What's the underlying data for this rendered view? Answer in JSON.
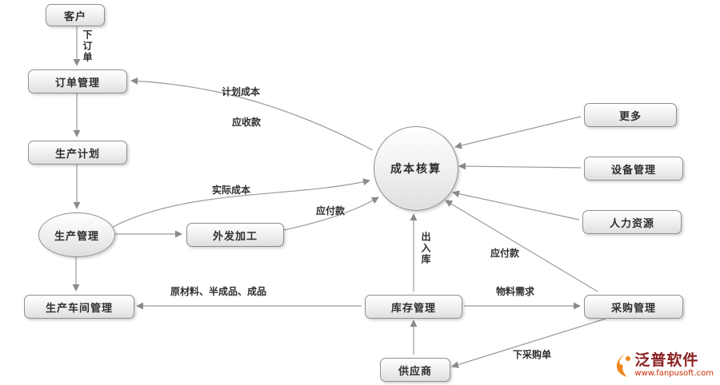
{
  "nodes": {
    "customer": "客户",
    "order_management": "订单管理",
    "production_plan": "生产计划",
    "production_management": "生产管理",
    "workshop_management": "生产车间管理",
    "cost_accounting": "成本核算",
    "outsourced_processing": "外发加工",
    "inventory_management": "库存管理",
    "supplier": "供应商",
    "more": "更多",
    "equipment_management": "设备管理",
    "human_resources": "人力资源",
    "procurement_management": "采购管理"
  },
  "edge_labels": {
    "place_order": "下订单",
    "planned_cost": "计划成本",
    "receivables": "应收款",
    "actual_cost": "实际成本",
    "payables_outsourcing": "应付款",
    "in_out_warehouse": "出入库",
    "payables_purchase": "应付款",
    "materials_flow": "原材料、半成品、成品",
    "material_demand": "物料需求",
    "place_purchase_order": "下采购单"
  },
  "edges": [
    {
      "from": "客户",
      "to": "订单管理",
      "label": "下订单"
    },
    {
      "from": "成本核算",
      "to": "订单管理",
      "label": "计划成本 / 应收款"
    },
    {
      "from": "订单管理",
      "to": "生产计划",
      "label": ""
    },
    {
      "from": "生产计划",
      "to": "生产管理",
      "label": ""
    },
    {
      "from": "生产管理",
      "to": "生产车间管理",
      "label": ""
    },
    {
      "from": "生产管理",
      "to": "外发加工",
      "label": ""
    },
    {
      "from": "生产管理",
      "to": "成本核算",
      "label": "实际成本"
    },
    {
      "from": "外发加工",
      "to": "成本核算",
      "label": "应付款"
    },
    {
      "from": "库存管理",
      "to": "成本核算",
      "label": "出入库"
    },
    {
      "from": "供应商",
      "to": "库存管理",
      "label": ""
    },
    {
      "from": "库存管理",
      "to": "生产车间管理",
      "label": "原材料、半成品、成品"
    },
    {
      "from": "库存管理",
      "to": "采购管理",
      "label": "物料需求"
    },
    {
      "from": "采购管理",
      "to": "成本核算",
      "label": "应付款"
    },
    {
      "from": "采购管理",
      "to": "供应商",
      "label": "下采购单"
    },
    {
      "from": "更多",
      "to": "成本核算",
      "label": ""
    },
    {
      "from": "设备管理",
      "to": "成本核算",
      "label": ""
    },
    {
      "from": "人力资源",
      "to": "成本核算",
      "label": ""
    }
  ],
  "logo": {
    "title": "泛普软件",
    "url": "www.fanpusoft.com"
  },
  "colors": {
    "node_border": "#8f8f8f",
    "node_fill_top": "#ffffff",
    "node_fill_bottom": "#dfdfdf",
    "arrow": "#9a9a9a",
    "text": "#2f2f2f",
    "logo_text": "#8a2020",
    "logo_url": "#cc2a00",
    "logo_icon": "#f08519"
  }
}
